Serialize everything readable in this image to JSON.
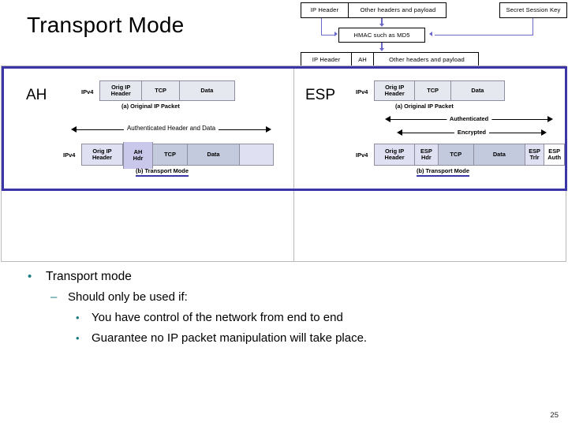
{
  "slide": {
    "title": "Transport Mode",
    "page_number": "25",
    "accent_border_color": "#3b35a8",
    "bullet_marker_color": "#1b7c80",
    "flow_arrow_color": "#6a68c8"
  },
  "flow_diagram": {
    "top_packet": [
      "IP Header",
      "Other headers and payload"
    ],
    "key_box": "Secret Session Key",
    "hash_box": "HMAC such as MD5",
    "bottom_packet": [
      "IP Header",
      "AH",
      "Other headers and payload"
    ]
  },
  "ah_panel": {
    "label": "AH",
    "original": {
      "family": "IPv4",
      "cells": [
        "Orig IP Header",
        "TCP",
        "Data"
      ],
      "caption": "(a) Original IP Packet"
    },
    "arrow_label": "Authenticated Header and Data",
    "transport": {
      "family": "IPv4",
      "cells": [
        "Orig IP Header",
        "AH Hdr",
        "TCP",
        "Data",
        ""
      ],
      "caption": "(b) Transport Mode"
    }
  },
  "esp_panel": {
    "label": "ESP",
    "original": {
      "family": "IPv4",
      "cells": [
        "Orig IP Header",
        "TCP",
        "Data"
      ],
      "caption": "(a) Original IP Packet"
    },
    "arrows": [
      "Authenticated",
      "Encrypted"
    ],
    "transport": {
      "family": "IPv4",
      "cells": [
        "Orig IP Header",
        "ESP Hdr",
        "TCP",
        "Data",
        "ESP Trlr",
        "ESP Auth"
      ],
      "caption": "(b) Transport Mode"
    }
  },
  "body": {
    "level1": "Transport mode",
    "level2": "Should only be used if:",
    "level3": [
      "You have control of the network from end to end",
      "Guarantee no IP packet manipulation will take place."
    ],
    "markers": {
      "disc": "•",
      "dash": "–",
      "small": "•"
    }
  }
}
